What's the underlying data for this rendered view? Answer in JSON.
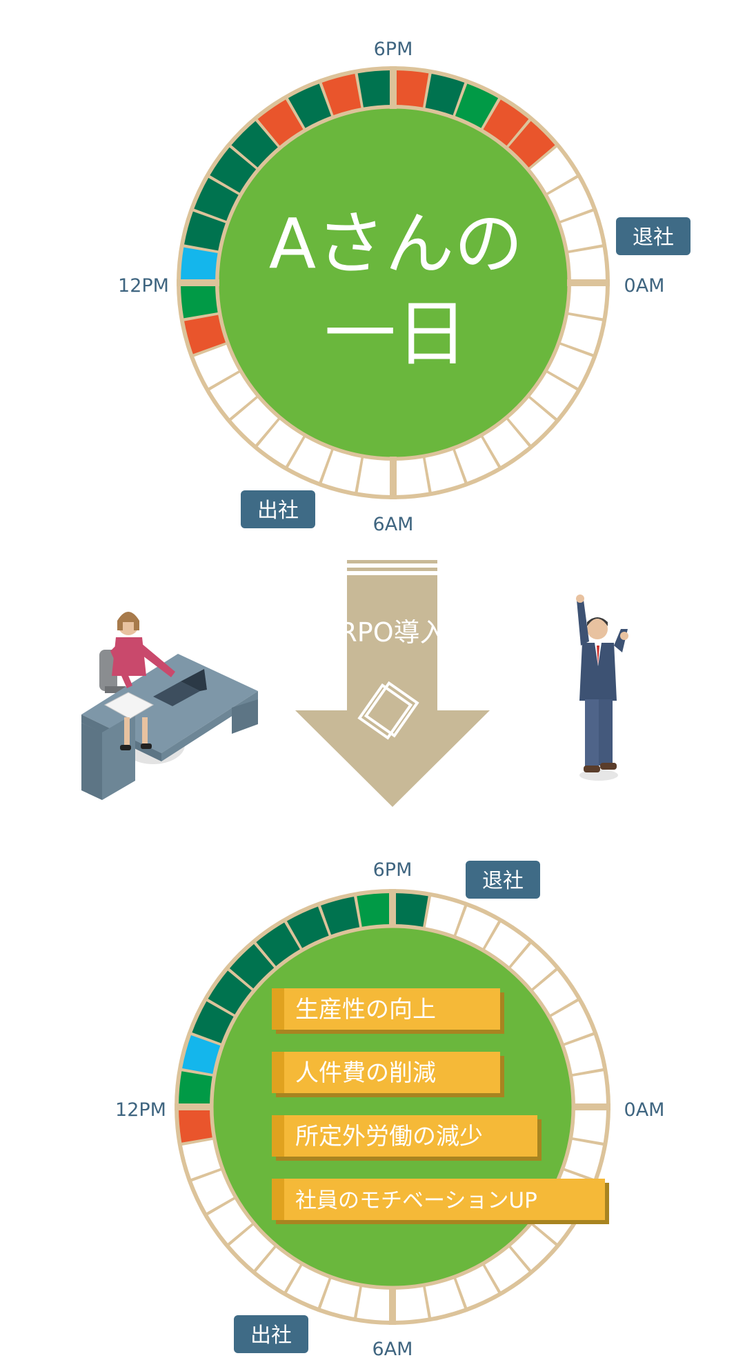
{
  "colors": {
    "circle_green": "#6ab73d",
    "ring_border": "#dcc39a",
    "dark_green": "#00734f",
    "mid_green": "#019a46",
    "orange": "#e9552c",
    "blue": "#14b6ec",
    "empty": "#ffffff",
    "badge_bg": "#3f6b86",
    "label_text": "#3f6580",
    "arrow": "#c8b997",
    "banner_yellow": "#f5b938",
    "banner_shadow": "#a88420"
  },
  "top_clock": {
    "title_line1": "Aさんの",
    "title_line2": "一日",
    "label_top": "6PM",
    "label_bottom": "6AM",
    "label_left": "12PM",
    "label_right": "0AM",
    "badge_exit": "退社",
    "badge_enter": "出社",
    "segments": [
      "orange",
      "dark_green",
      "mid_green",
      "orange",
      "orange",
      "empty",
      "empty",
      "empty",
      "empty",
      "empty",
      "empty",
      "empty",
      "empty",
      "empty",
      "empty",
      "empty",
      "empty",
      "empty",
      "orange",
      "mid_green",
      "blue",
      "dark_green",
      "dark_green",
      "dark_green",
      "dark_green",
      "orange",
      "dark_green",
      "orange",
      "dark_green"
    ]
  },
  "arrow": {
    "label": "RPO導入"
  },
  "bottom_clock": {
    "label_top": "6PM",
    "label_bottom": "6AM",
    "label_left": "12PM",
    "label_right": "0AM",
    "badge_exit": "退社",
    "badge_enter": "出社",
    "segments": [
      "dark_green",
      "empty",
      "empty",
      "empty",
      "empty",
      "empty",
      "empty",
      "empty",
      "empty",
      "empty",
      "empty",
      "empty",
      "empty",
      "empty",
      "empty",
      "empty",
      "empty",
      "empty",
      "orange",
      "mid_green",
      "blue",
      "dark_green",
      "dark_green",
      "dark_green",
      "dark_green",
      "dark_green",
      "dark_green",
      "mid_green"
    ],
    "benefits": [
      "生産性の向上",
      "人件費の削減",
      "所定外労働の減少",
      "社員のモチベーションUP"
    ]
  }
}
